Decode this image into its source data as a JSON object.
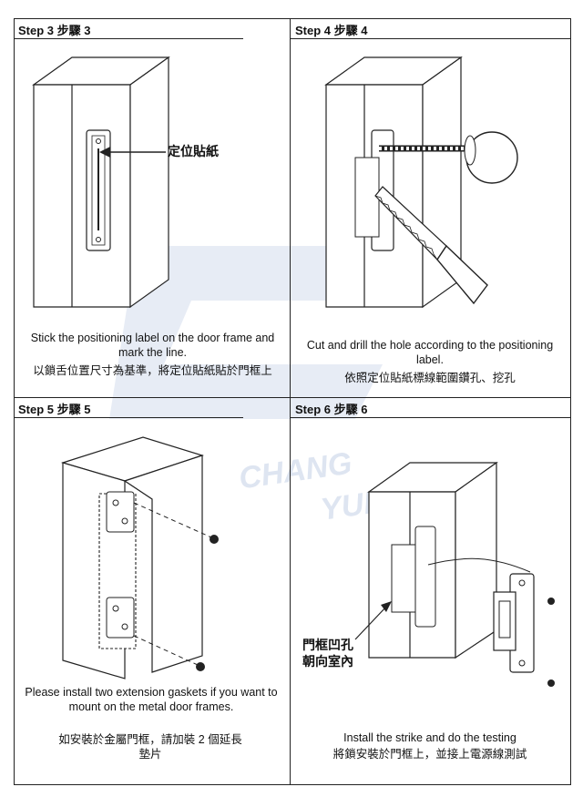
{
  "steps": [
    {
      "heading": "Step 3 步驟 3",
      "caption_en": "Stick the positioning label on the door frame and mark the line.",
      "caption_zh": "以鎖舌位置尺寸為基準，將定位貼紙貼於門框上",
      "callout": "定位貼紙"
    },
    {
      "heading": "Step 4 步驟 4",
      "caption_en": "Cut and drill the hole according to the positioning label.",
      "caption_zh": "依照定位貼紙標線範圍鑽孔、挖孔"
    },
    {
      "heading": "Step 5 步驟 5",
      "caption_en": "Please install two extension gaskets if you want to mount on the metal door frames.",
      "caption_zh": "如安裝於金屬門框，請加裝 2 個延長墊片"
    },
    {
      "heading": "Step 6 步驟 6",
      "caption_en": "Install the strike and do the testing",
      "caption_zh": "將鎖安裝於門框上，並接上電源線測試",
      "callout": "門框凹孔朝向室內"
    }
  ],
  "watermark": {
    "line1": "CHANG",
    "line2": "YUN"
  }
}
